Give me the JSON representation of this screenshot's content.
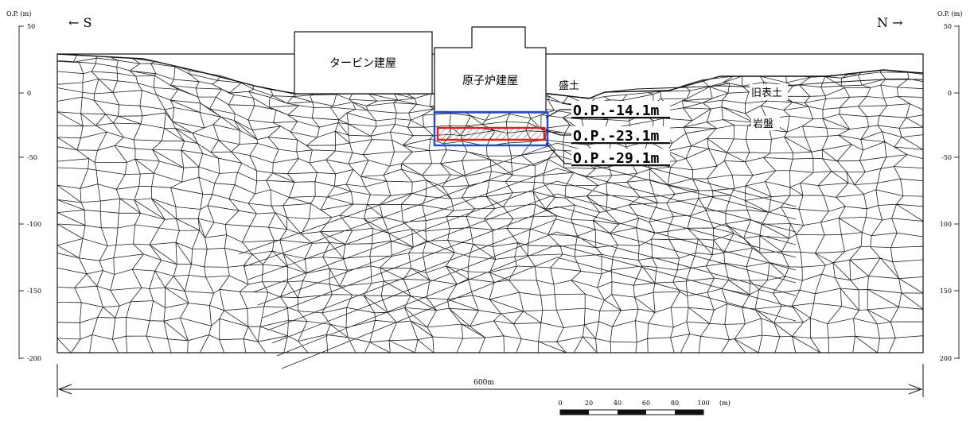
{
  "direction": {
    "south": "← S",
    "north": "N →"
  },
  "axes": {
    "left_label": "O.P. (m)",
    "right_label": "O.P. (m)",
    "left_ticks": [
      "50",
      "0",
      "-50",
      "-100",
      "-150",
      "-200"
    ],
    "right_ticks": [
      "50",
      "0",
      "-50",
      "100",
      "150",
      "200"
    ]
  },
  "buildings": {
    "turbine": "タービン建屋",
    "reactor": "原子炉建屋"
  },
  "strata": {
    "fill": "盛土",
    "old_surface": "旧表土",
    "bedrock": "岩盤"
  },
  "elevations": {
    "top": "O.P.-14.1m",
    "middle": "O.P.-23.1m",
    "bottom": "O.P.-29.1m"
  },
  "width_label": "600m",
  "scale": {
    "ticks": [
      "0",
      "20",
      "40",
      "60",
      "80",
      "100"
    ],
    "unit": "(m)"
  },
  "highlight_colors": {
    "outer": "#2a4bd1",
    "inner": "#e0201a"
  }
}
